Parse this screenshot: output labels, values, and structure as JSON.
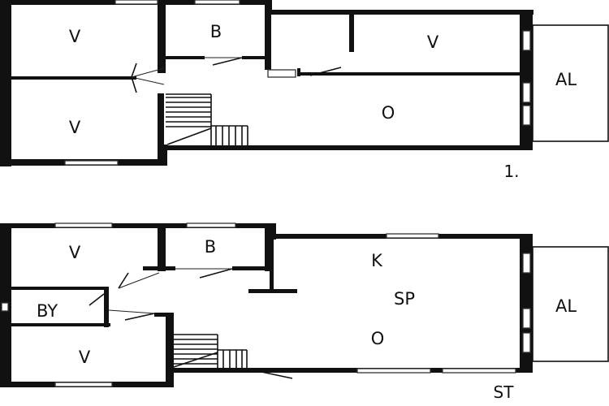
{
  "floors": [
    {
      "label": "1.",
      "rooms": [
        {
          "id": "v-top-left",
          "label": "V"
        },
        {
          "id": "v-mid-left",
          "label": "V"
        },
        {
          "id": "b",
          "label": "B"
        },
        {
          "id": "v-right",
          "label": "V"
        },
        {
          "id": "o",
          "label": "O"
        },
        {
          "id": "al",
          "label": "AL"
        }
      ]
    },
    {
      "label": "ST",
      "rooms": [
        {
          "id": "v-top-left",
          "label": "V"
        },
        {
          "id": "b",
          "label": "B"
        },
        {
          "id": "k",
          "label": "K"
        },
        {
          "id": "sp",
          "label": "SP"
        },
        {
          "id": "o",
          "label": "O"
        },
        {
          "id": "by",
          "label": "BY"
        },
        {
          "id": "v-bottom-left",
          "label": "V"
        },
        {
          "id": "al",
          "label": "AL"
        }
      ]
    }
  ]
}
